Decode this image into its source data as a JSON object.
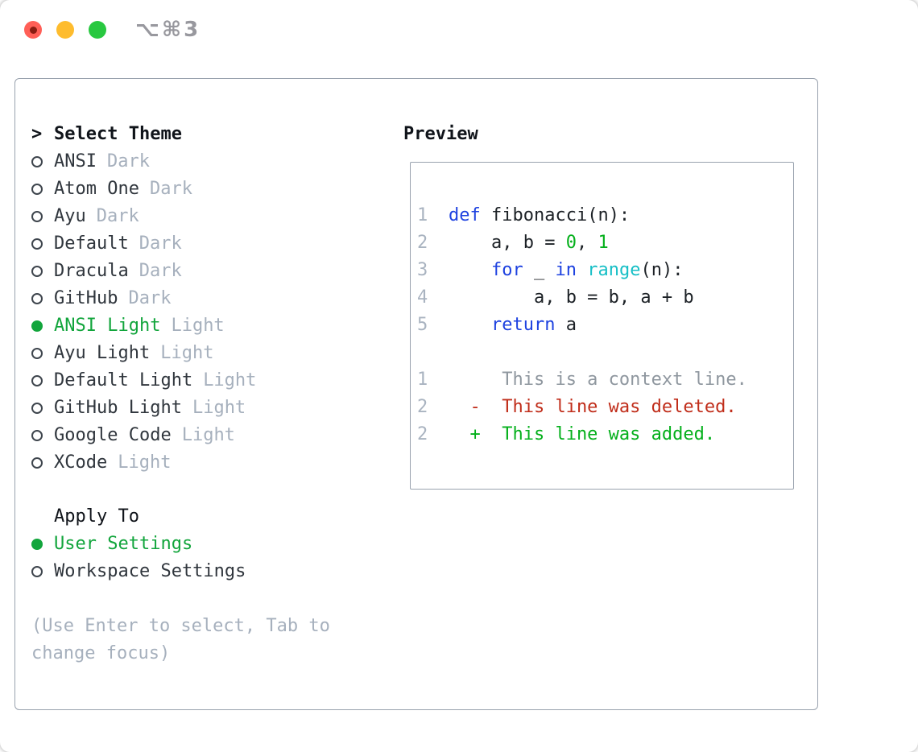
{
  "window": {
    "title": "⌥⌘3"
  },
  "colors": {
    "traffic_red": "#ff5f57",
    "traffic_red_dot": "#8a1d12",
    "traffic_yellow": "#febc2e",
    "traffic_green": "#28c840",
    "title_gray": "#98989e",
    "border_gray": "#99a2ae",
    "ink": "#10141a",
    "name_gray": "#30363d",
    "muted_gray": "#a6b0bd",
    "selection_green": "#12a53c",
    "plain_ink": "#1c2126",
    "keyword_blue": "#1e42e0",
    "number_green": "#05b01c",
    "builtin_cyan": "#17bfc6",
    "context_gray": "#8f979f",
    "deleted_red": "#c02d1a",
    "added_green": "#05b01c",
    "line_number_gray": "#a9b3c0"
  },
  "theme_panel": {
    "header_marker": ">",
    "header": "Select Theme",
    "items": [
      {
        "name": "ANSI",
        "variant": "Dark",
        "selected": false
      },
      {
        "name": "Atom One",
        "variant": "Dark",
        "selected": false
      },
      {
        "name": "Ayu",
        "variant": "Dark",
        "selected": false
      },
      {
        "name": "Default",
        "variant": "Dark",
        "selected": false
      },
      {
        "name": "Dracula",
        "variant": "Dark",
        "selected": false
      },
      {
        "name": "GitHub",
        "variant": "Dark",
        "selected": false
      },
      {
        "name": "ANSI Light",
        "variant": "Light",
        "selected": true
      },
      {
        "name": "Ayu Light",
        "variant": "Light",
        "selected": false
      },
      {
        "name": "Default Light",
        "variant": "Light",
        "selected": false
      },
      {
        "name": "GitHub Light",
        "variant": "Light",
        "selected": false
      },
      {
        "name": "Google Code",
        "variant": "Light",
        "selected": false
      },
      {
        "name": "XCode",
        "variant": "Light",
        "selected": false
      }
    ]
  },
  "apply_to": {
    "header": "Apply To",
    "options": [
      {
        "label": "User Settings",
        "selected": true
      },
      {
        "label": "Workspace Settings",
        "selected": false
      }
    ]
  },
  "help_text": "(Use Enter to select, Tab to change focus)",
  "preview": {
    "header": "Preview",
    "rows": [
      {
        "num": "1",
        "tokens": [
          {
            "text": "def"
          },
          {
            "text": " fibonacci(n):"
          }
        ]
      },
      {
        "num": "2",
        "tokens": [
          {
            "text": "    a, b = "
          },
          {
            "text": "0"
          },
          {
            "text": ", "
          },
          {
            "text": "1"
          }
        ]
      },
      {
        "num": "3",
        "tokens": [
          {
            "text": "    "
          },
          {
            "text": "for"
          },
          {
            "text": " _ "
          },
          {
            "text": "in"
          },
          {
            "text": " "
          },
          {
            "text": "range"
          },
          {
            "text": "(n):"
          }
        ]
      },
      {
        "num": "4",
        "tokens": [
          {
            "text": "        a, b = b, a + b"
          }
        ]
      },
      {
        "num": "5",
        "tokens": [
          {
            "text": "    "
          },
          {
            "text": "return"
          },
          {
            "text": " a"
          }
        ]
      },
      {
        "num": "",
        "tokens": []
      },
      {
        "num": "1",
        "tokens": [
          {
            "text": "     This is a context line."
          }
        ]
      },
      {
        "num": "2",
        "tokens": [
          {
            "text": "  -  This line was deleted."
          }
        ]
      },
      {
        "num": "2",
        "tokens": [
          {
            "text": "  +  This line was added."
          }
        ]
      }
    ]
  }
}
